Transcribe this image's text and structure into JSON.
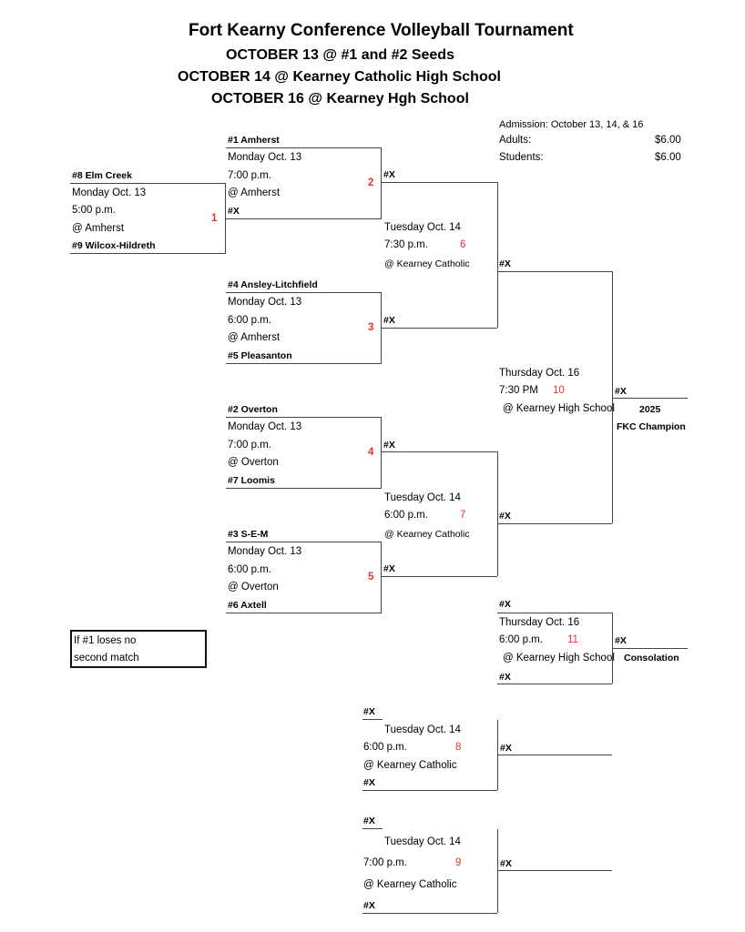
{
  "header": {
    "title": "Fort Kearny Conference Volleyball Tournament",
    "lines": [
      "OCTOBER 13 @ #1 and #2 Seeds",
      "OCTOBER 14 @ Kearney Catholic High School",
      "OCTOBER 16 @ Kearney Hgh School"
    ]
  },
  "admission": {
    "label": "Admission: October 13, 14, & 16",
    "rows": [
      {
        "label": "Adults:",
        "price": "$6.00"
      },
      {
        "label": "Students:",
        "price": "$6.00"
      }
    ]
  },
  "placeholder": "#X",
  "matches": {
    "m1": {
      "number": "1",
      "top": "#8 Elm Creek",
      "day": "Monday Oct. 13",
      "time": "5:00 p.m.",
      "site": "@ Amherst",
      "bottom": "#9 Wilcox-Hildreth"
    },
    "m2": {
      "number": "2",
      "top": "#1 Amherst",
      "day": "Monday Oct. 13",
      "time": "7:00 p.m.",
      "site": "@ Amherst",
      "bottom": "#X"
    },
    "m3": {
      "number": "3",
      "top": "#4 Ansley-Litchfield",
      "day": "Monday Oct. 13",
      "time": "6:00 p.m.",
      "site": "@ Amherst",
      "bottom": "#5  Pleasanton"
    },
    "m4": {
      "number": "4",
      "top": "#2 Overton",
      "day": "Monday Oct. 13",
      "time": "7:00 p.m.",
      "site": "@ Overton",
      "bottom": "#7 Loomis"
    },
    "m5": {
      "number": "5",
      "top": "#3 S-E-M",
      "day": "Monday Oct. 13",
      "time": "6:00 p.m.",
      "site": "@ Overton",
      "bottom": "#6 Axtell"
    },
    "m6": {
      "number": "6",
      "day": "Tuesday Oct. 14",
      "time": "7:30 p.m.",
      "site": "@ Kearney Catholic"
    },
    "m7": {
      "number": "7",
      "day": "Tuesday Oct. 14",
      "time": "6:00 p.m.",
      "site": "@ Kearney Catholic"
    },
    "m8": {
      "number": "8",
      "day": "Tuesday Oct. 14",
      "time": "6:00 p.m.",
      "site": "@ Kearney Catholic"
    },
    "m9": {
      "number": "9",
      "day": "Tuesday Oct. 14",
      "time": "7:00 p.m.",
      "site": "@ Kearney Catholic"
    },
    "m10": {
      "number": "10",
      "day": "Thursday Oct. 16",
      "time": "7:30 PM",
      "site": "@ Kearney High School"
    },
    "m11": {
      "number": "11",
      "day": "Thursday Oct. 16",
      "time": "6:00 p.m.",
      "site": "@ Kearney High School"
    }
  },
  "champion": {
    "year": "2025",
    "label": "FKC Champion"
  },
  "consolation": {
    "label": "Consolation"
  },
  "note": {
    "line1": "If #1 loses no",
    "line2": "second match"
  }
}
